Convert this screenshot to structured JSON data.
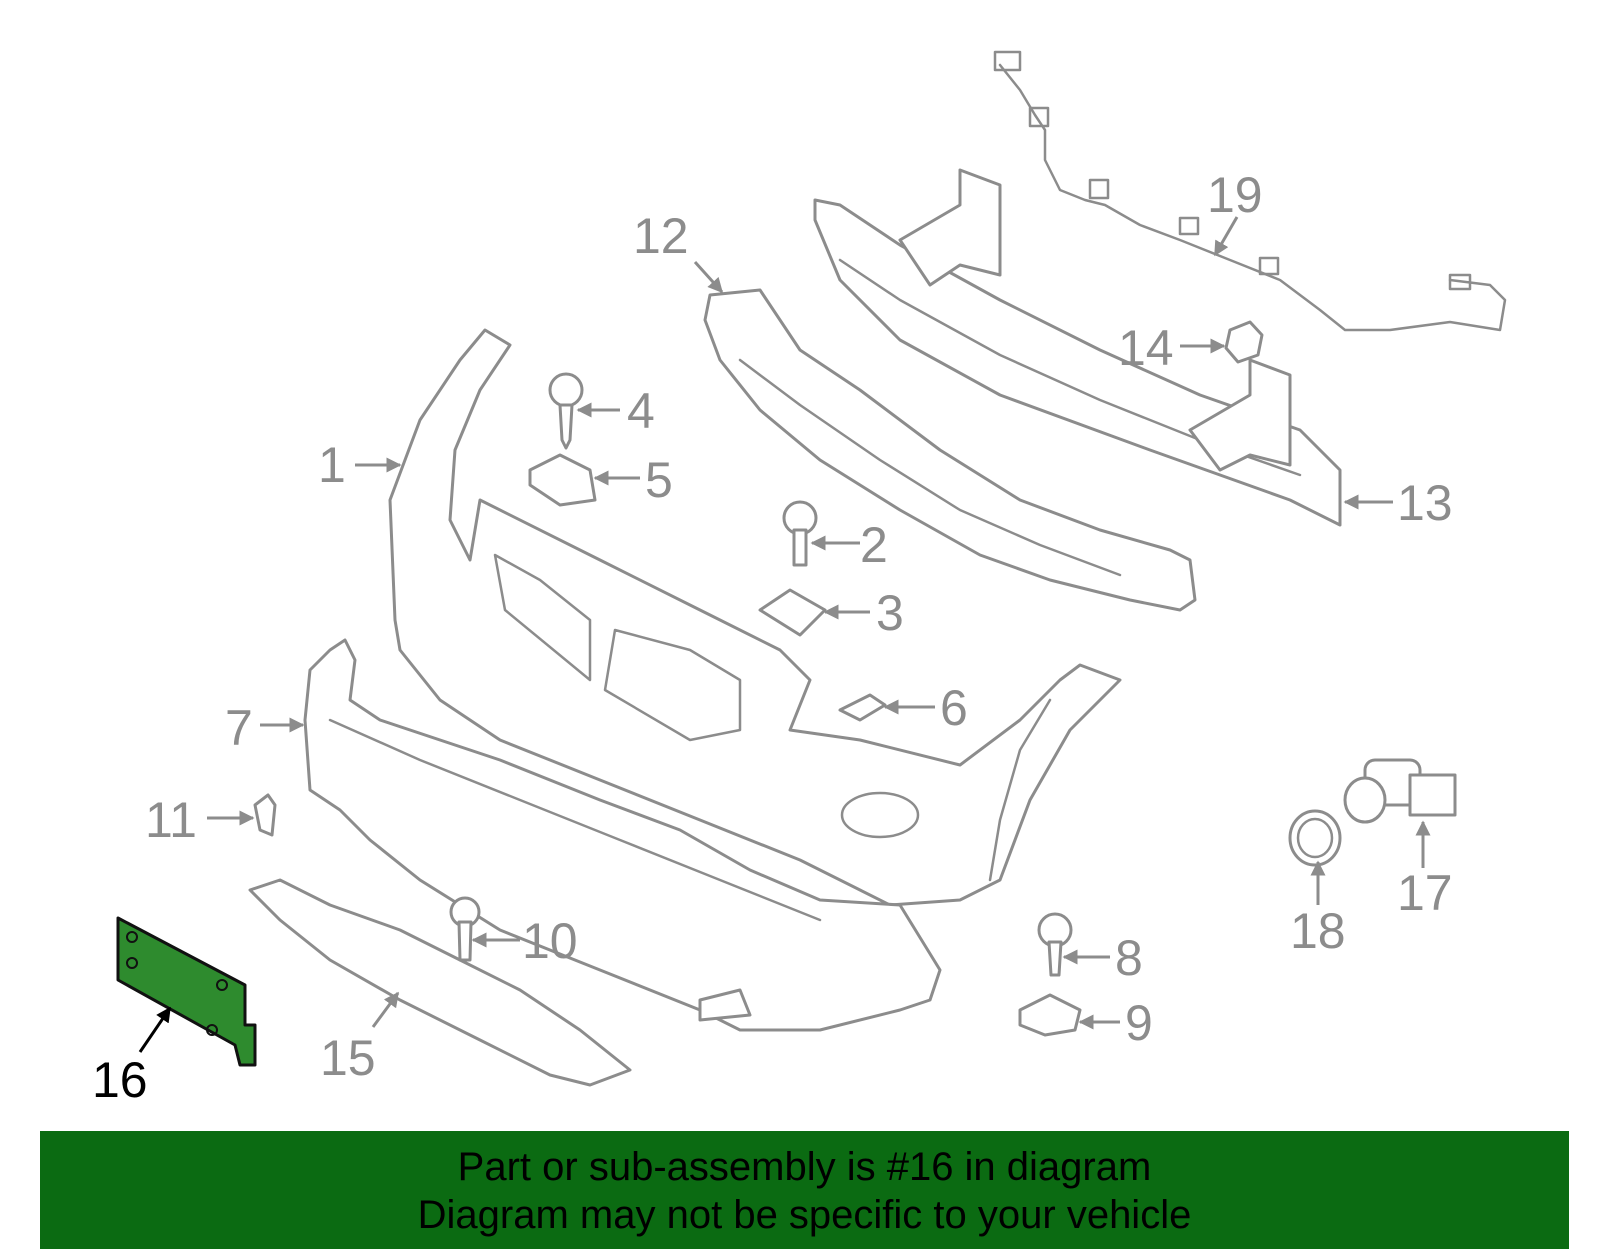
{
  "callouts": [
    {
      "id": "1",
      "label": "1"
    },
    {
      "id": "2",
      "label": "2"
    },
    {
      "id": "3",
      "label": "3"
    },
    {
      "id": "4",
      "label": "4"
    },
    {
      "id": "5",
      "label": "5"
    },
    {
      "id": "6",
      "label": "6"
    },
    {
      "id": "7",
      "label": "7"
    },
    {
      "id": "8",
      "label": "8"
    },
    {
      "id": "9",
      "label": "9"
    },
    {
      "id": "10",
      "label": "10"
    },
    {
      "id": "11",
      "label": "11"
    },
    {
      "id": "12",
      "label": "12"
    },
    {
      "id": "13",
      "label": "13"
    },
    {
      "id": "14",
      "label": "14"
    },
    {
      "id": "15",
      "label": "15"
    },
    {
      "id": "16",
      "label": "16"
    },
    {
      "id": "17",
      "label": "17"
    },
    {
      "id": "18",
      "label": "18"
    },
    {
      "id": "19",
      "label": "19"
    }
  ],
  "highlighted_part": "16",
  "colors": {
    "highlight_fill": "#2e8b2e",
    "banner_background": "#0b6b12",
    "line_gray": "#8c8c8c"
  },
  "banner": {
    "line1": "Part or sub-assembly is #16 in diagram",
    "line2": "Diagram may not be specific to your vehicle"
  }
}
